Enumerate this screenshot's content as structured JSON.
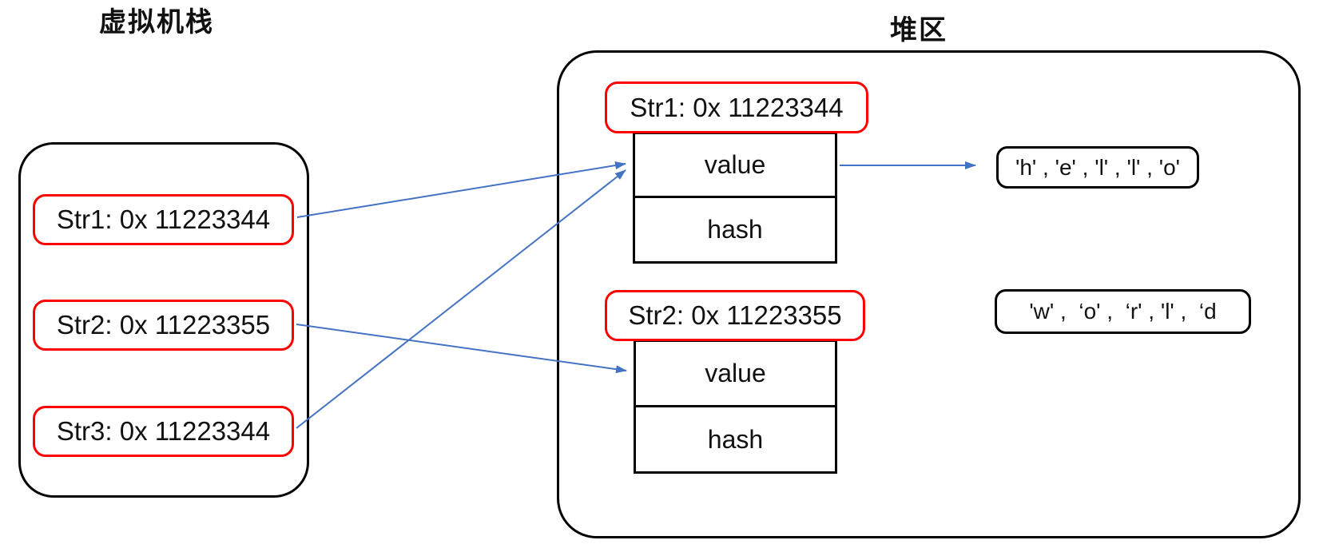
{
  "stack": {
    "title": "虚拟机栈",
    "frames": [
      {
        "label": "Str1: 0x 11223344"
      },
      {
        "label": "Str2: 0x 11223355"
      },
      {
        "label": "Str3: 0x 11223344"
      }
    ]
  },
  "heap": {
    "title": "堆区",
    "objects": [
      {
        "header": "Str1: 0x 11223344",
        "fields": [
          "value",
          "hash"
        ]
      },
      {
        "header": "Str2: 0x 11223355",
        "fields": [
          "value",
          "hash"
        ]
      }
    ],
    "char_arrays": [
      {
        "chars": "'h' , 'e' , 'l' , 'l' , 'o'"
      },
      {
        "chars": "'w' ,  ‘o' ,  ‘r' , 'l' ,  ‘d"
      }
    ]
  },
  "colors": {
    "reference_border": "#ff0000",
    "arrow": "#4472c4",
    "outline": "#000000"
  }
}
